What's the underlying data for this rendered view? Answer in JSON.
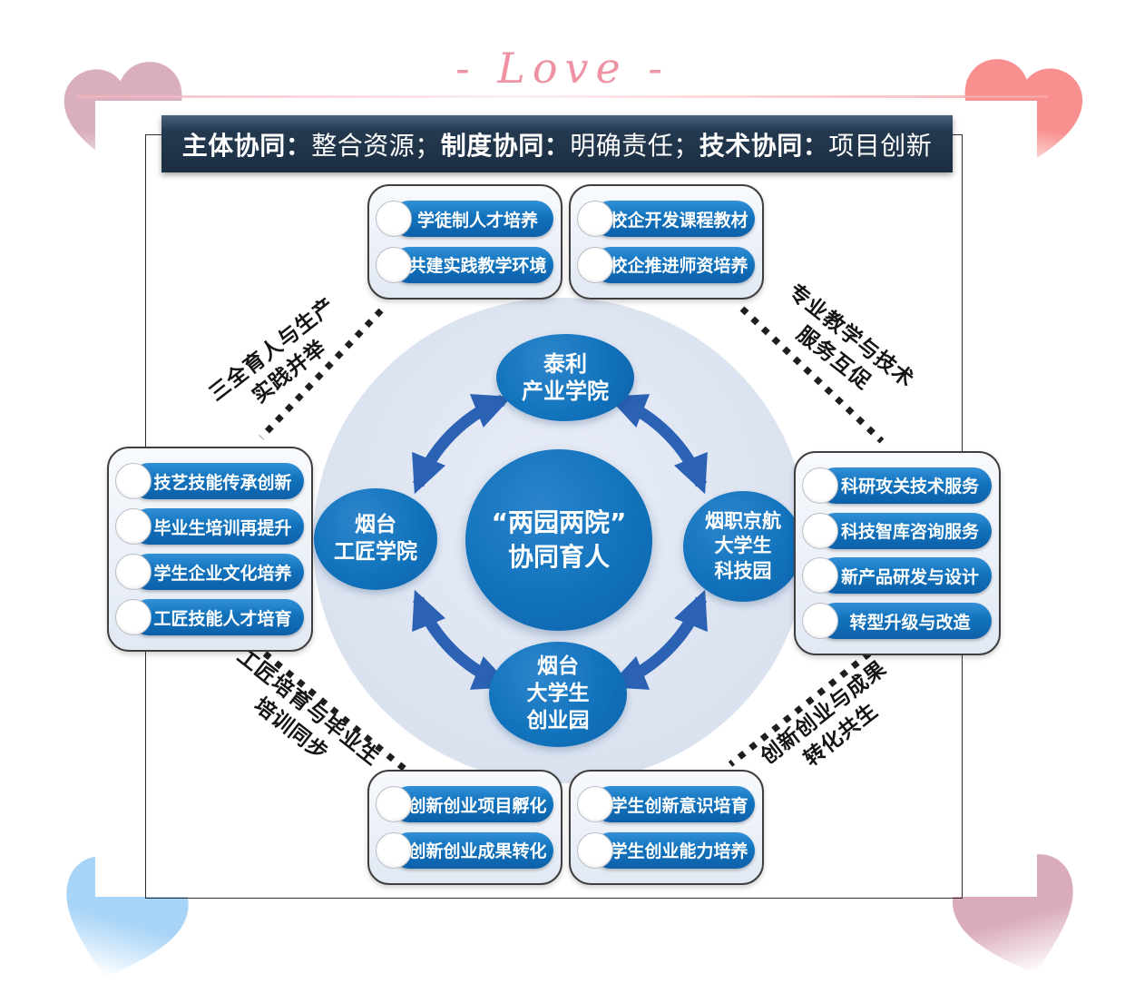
{
  "decorations": {
    "love_text": "- Love -"
  },
  "header": {
    "segments": [
      {
        "text": "主体协同：",
        "bold": true
      },
      {
        "text": "整合资源；",
        "bold": false
      },
      {
        "text": "制度协同：",
        "bold": true
      },
      {
        "text": "明确责任；",
        "bold": false
      },
      {
        "text": "技术协同：",
        "bold": true
      },
      {
        "text": "项目创新",
        "bold": false
      }
    ]
  },
  "center": {
    "line1": "“两园两院”",
    "line2": "协同育人"
  },
  "nodes": {
    "top": {
      "lines": [
        "泰利",
        "产业学院"
      ]
    },
    "left": {
      "lines": [
        "烟台",
        "工匠学院"
      ]
    },
    "right": {
      "lines": [
        "烟职京航",
        "大学生",
        "科技园"
      ]
    },
    "bottom": {
      "lines": [
        "烟台",
        "大学生",
        "创业园"
      ]
    }
  },
  "groups": {
    "top_left": {
      "items": [
        "学徒制人才培养",
        "共建实践教学环境"
      ]
    },
    "top_right": {
      "items": [
        "校企开发课程教材",
        "校企推进师资培养"
      ]
    },
    "left": {
      "items": [
        "技艺技能传承创新",
        "毕业生培训再提升",
        "学生企业文化培养",
        "工匠技能人才培育"
      ]
    },
    "right": {
      "items": [
        "科研攻关技术服务",
        "科技智库咨询服务",
        "新产品研发与设计",
        "转型升级与改造"
      ]
    },
    "bottom_left": {
      "items": [
        "创新创业项目孵化",
        "创新创业成果转化"
      ]
    },
    "bottom_right": {
      "items": [
        "学生创新意识培育",
        "学生创业能力培养"
      ]
    }
  },
  "diagonal_labels": {
    "top_left": {
      "line1": "三全育人与生产",
      "line2": "实践并举"
    },
    "top_right": {
      "line1": "专业教学与技术",
      "line2": "服务互促"
    },
    "bottom_left": {
      "line1": "工匠培育与毕业生",
      "line2": "培训同步"
    },
    "bottom_right": {
      "line1": "创新创业与成果",
      "line2": "转化共生"
    }
  },
  "colors": {
    "node_blue": "#1173bc",
    "pill_blue": "#1173bc",
    "header_navy": "#24394f",
    "ring_light_blue": "#dde4f1",
    "arrow_blue": "#2b62b4",
    "dotted_black": "#1e1e1e",
    "love_pink": "#ee93a3",
    "heart_top_left": "#d9afbf",
    "heart_top_right": "#f98f8f",
    "heart_bottom_left": "#a8d4f7",
    "heart_bottom_right": "#d9abbc"
  }
}
